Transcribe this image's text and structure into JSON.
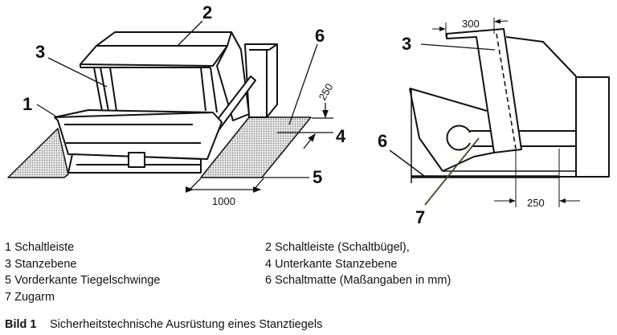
{
  "figure": {
    "left_view": {
      "callouts": [
        "1",
        "2",
        "3",
        "4",
        "5",
        "6"
      ],
      "dimensions": {
        "depth": "250",
        "width": "1000"
      }
    },
    "right_view": {
      "callouts": [
        "3",
        "6",
        "7"
      ],
      "dimensions": {
        "top": "300",
        "bottom": "250"
      }
    }
  },
  "legend": {
    "col1": [
      "1 Schaltleiste",
      "3 Stanzebene",
      "5 Vorderkante Tiegelschwinge",
      "7 Zugarm"
    ],
    "col2": [
      "2 Schaltleiste (Schaltbügel),",
      "4 Unterkante Stanzebene",
      "6 Schaltmatte (Maßangaben in mm)"
    ]
  },
  "caption": {
    "label": "Bild 1",
    "text": "Sicherheitstechnische Ausrüstung eines Stanztiegels"
  },
  "colors": {
    "line": "#111111",
    "mat": "#d8d8d8",
    "arm": "#4a4a1a"
  }
}
